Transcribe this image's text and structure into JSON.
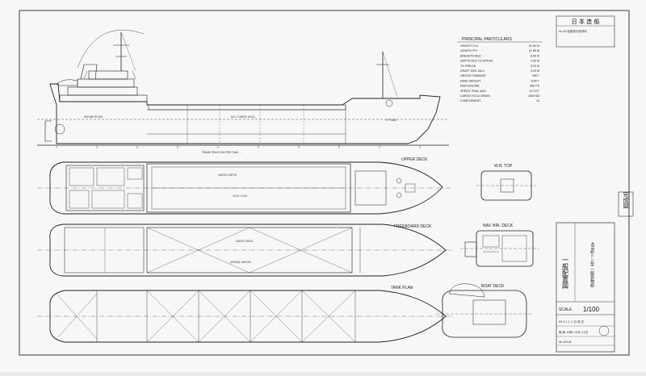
{
  "title_block": {
    "header_text": "日 本 造 船",
    "small_note": "No.54  船舶設計室資料",
    "project_name": "499総トン型 一般貨物船",
    "drawing_title": "一般配置図",
    "scale_label": "SCALE",
    "scale_value": "1/100",
    "rev_lines": [
      "59.11 1 1 日 改 正",
      "昭 和 44年 10月 11日",
      "№ 103-8"
    ]
  },
  "stamp": "完成図",
  "particulars": {
    "title": "PRINCIPAL PARTICULARS",
    "rows": [
      [
        "LENGTH  O.A.",
        "51.52 M"
      ],
      [
        "LENGTH  P.P.",
        "47.80 M"
      ],
      [
        "BREADTH  MLD",
        "8.50 M"
      ],
      [
        "DEPTH  MLD  TO UPP.DK",
        "4.30 M"
      ],
      [
        "            TO FRB.DK",
        "3.20 M"
      ],
      [
        "DRAFT  DES. MLD",
        "3.20 M"
      ],
      [
        "GROSS TONNAGE",
        "499 T"
      ],
      [
        "DEAD WEIGHT",
        "1100 T"
      ],
      [
        "MAIN ENGINE",
        "950 PS"
      ],
      [
        "SPEED  TRIAL  MAX.",
        "11.9 KT"
      ],
      [
        "CARGO HOLD  GRAIN",
        "1600 M3"
      ],
      [
        "COMPLEMENT",
        "12"
      ]
    ]
  },
  "views": {
    "profile_hold_label": "NO.1 CARGO HOLD",
    "profile_aft_label": "ENGINE ROOM",
    "profile_fore_label": "F.P.TANK",
    "frame_label": "FRAME SPACE  550    FRS  TANK ...",
    "upper_deck": "UPPER DECK",
    "upper_hatch": "CARGO HATCH",
    "upper_hatch_dims": "21.00 × 6.00",
    "freeboard_deck": "FREEBOARD DECK",
    "fb_hold": "CARGO HOLD",
    "fb_hold2": "(GRAIN) 1600 M3",
    "tank_plan": "TANK PLAN",
    "wh_top": "W.H. TOP",
    "nav_deck": "NAV. BRI. DECK",
    "boat_deck": "BOAT DECK"
  },
  "colors": {
    "paper": "#f7f7f5",
    "ink": "#1f1f1f",
    "frame": "#3a3a3a"
  }
}
